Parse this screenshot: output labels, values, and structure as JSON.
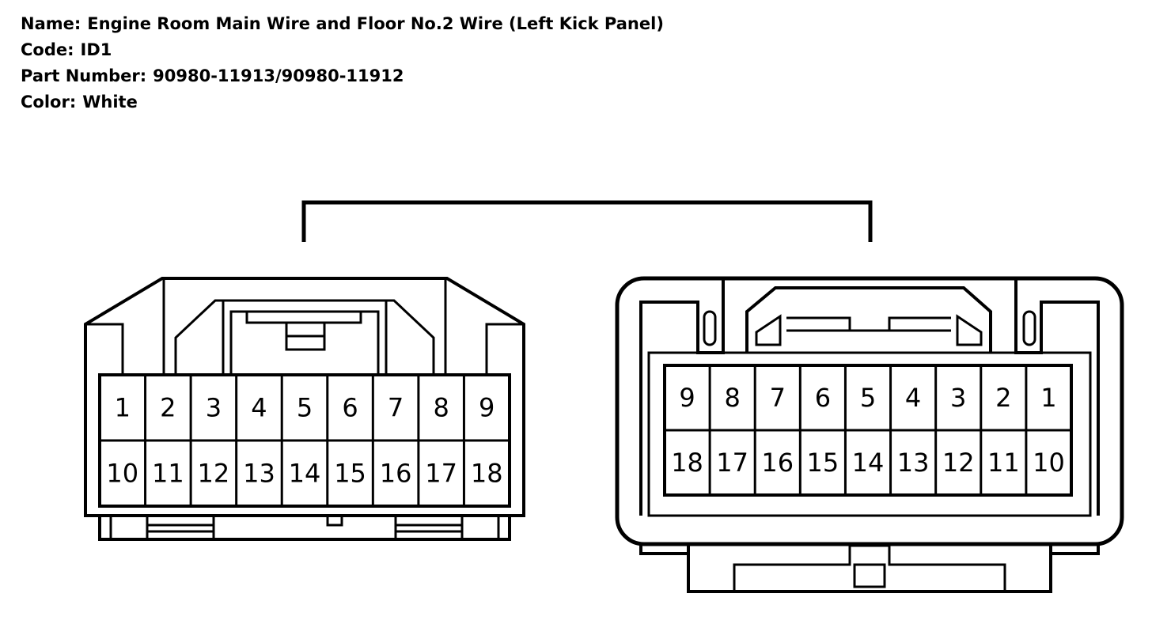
{
  "header": {
    "name_label": "Name:",
    "name_value": "Engine Room Main Wire and Floor No.2 Wire (Left Kick Panel)",
    "code_label": "Code:",
    "code_value": "ID1",
    "part_label": "Part Number:",
    "part_value": "90980-11913/90980-11912",
    "color_label": "Color:",
    "color_value": "White"
  },
  "colors": {
    "stroke": "#000000",
    "background": "#ffffff"
  },
  "left_connector": {
    "pins_top": [
      "1",
      "2",
      "3",
      "4",
      "5",
      "6",
      "7",
      "8",
      "9"
    ],
    "pins_bottom": [
      "10",
      "11",
      "12",
      "13",
      "14",
      "15",
      "16",
      "17",
      "18"
    ]
  },
  "right_connector": {
    "pins_top": [
      "9",
      "8",
      "7",
      "6",
      "5",
      "4",
      "3",
      "2",
      "1"
    ],
    "pins_bottom": [
      "18",
      "17",
      "16",
      "15",
      "14",
      "13",
      "12",
      "11",
      "10"
    ]
  }
}
